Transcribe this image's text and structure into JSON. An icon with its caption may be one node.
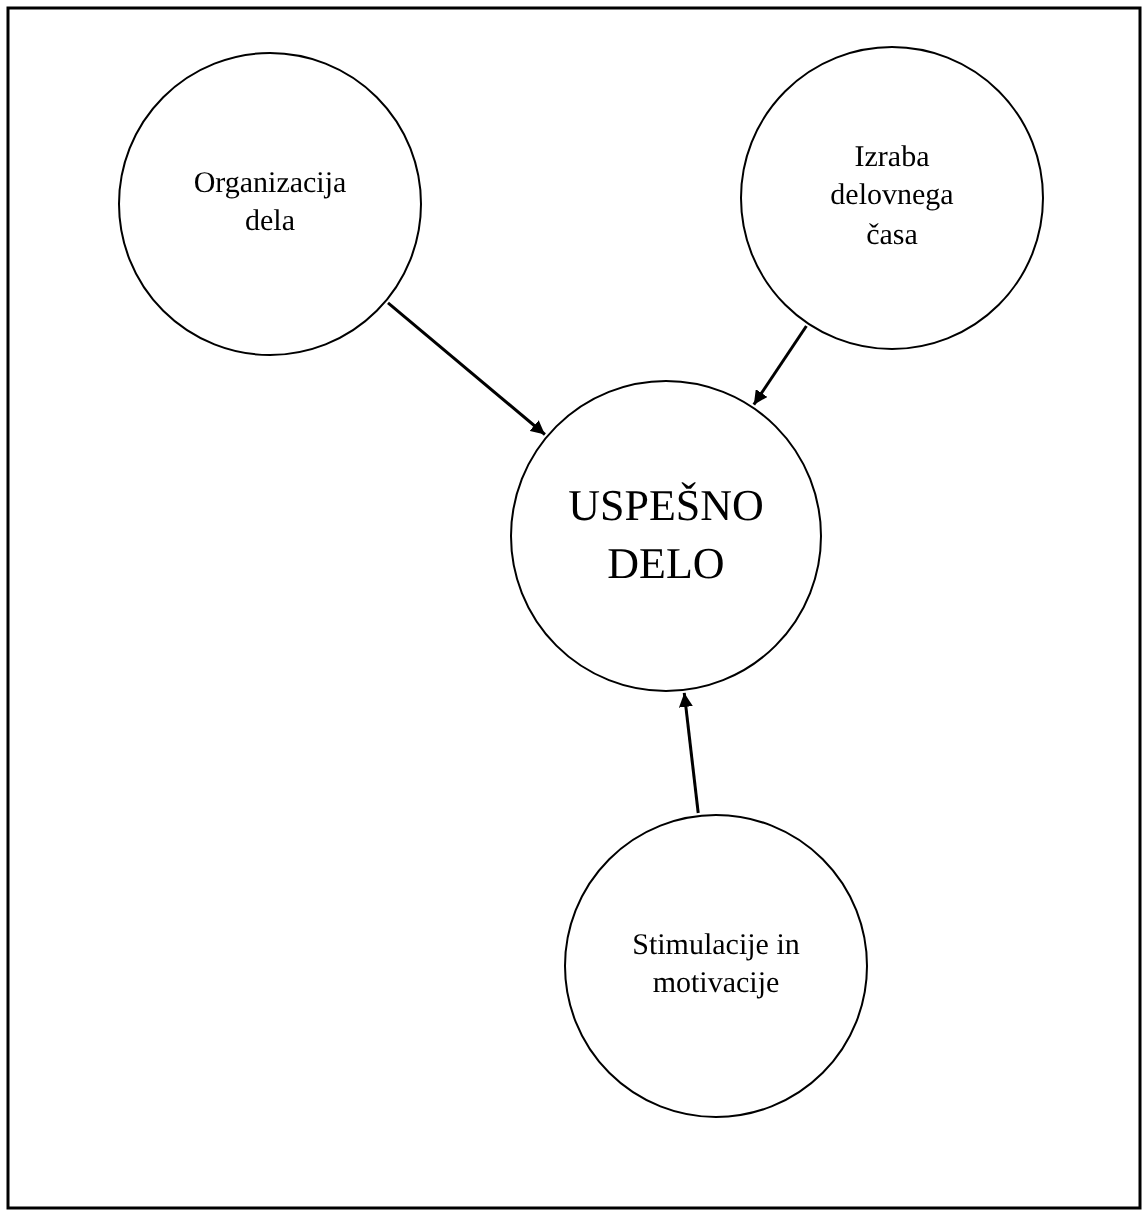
{
  "diagram": {
    "nodes": [
      {
        "text": [
          "Organizacija dela"
        ]
      },
      {
        "text": [
          "Izraba delovnega časa"
        ]
      },
      {
        "text": [
          "USPEŠNO DELO"
        ]
      },
      {
        "text": [
          "Stimulacije in motivacije"
        ]
      }
    ],
    "edges": [
      {
        "from": 0,
        "to": 2,
        "arrow": "to"
      },
      {
        "from": 1,
        "to": 2,
        "arrow": "to"
      },
      {
        "from": 3,
        "to": 2,
        "arrow": "to"
      }
    ]
  }
}
